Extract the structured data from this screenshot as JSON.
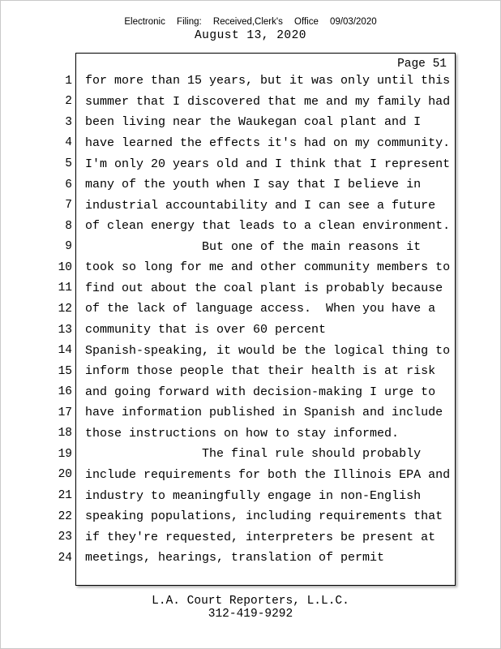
{
  "header": {
    "filing_line": "Electronic Filing: Received,Clerk's Office 09/03/2020",
    "date_line": "August 13, 2020"
  },
  "page_label": "Page 51",
  "transcript": {
    "lines": [
      {
        "num": "1",
        "text": "for more than 15 years, but it was only until this"
      },
      {
        "num": "2",
        "text": "summer that I discovered that me and my family had"
      },
      {
        "num": "3",
        "text": "been living near the Waukegan coal plant and I"
      },
      {
        "num": "4",
        "text": "have learned the effects it's had on my community."
      },
      {
        "num": "5",
        "text": "I'm only 20 years old and I think that I represent"
      },
      {
        "num": "6",
        "text": "many of the youth when I say that I believe in"
      },
      {
        "num": "7",
        "text": "industrial accountability and I can see a future"
      },
      {
        "num": "8",
        "text": "of clean energy that leads to a clean environment."
      },
      {
        "num": "9",
        "text": "                But one of the main reasons it"
      },
      {
        "num": "10",
        "text": "took so long for me and other community members to"
      },
      {
        "num": "11",
        "text": "find out about the coal plant is probably because"
      },
      {
        "num": "12",
        "text": "of the lack of language access.  When you have a"
      },
      {
        "num": "13",
        "text": "community that is over 60 percent"
      },
      {
        "num": "14",
        "text": "Spanish-speaking, it would be the logical thing to"
      },
      {
        "num": "15",
        "text": "inform those people that their health is at risk"
      },
      {
        "num": "16",
        "text": "and going forward with decision-making I urge to"
      },
      {
        "num": "17",
        "text": "have information published in Spanish and include"
      },
      {
        "num": "18",
        "text": "those instructions on how to stay informed."
      },
      {
        "num": "19",
        "text": "                The final rule should probably"
      },
      {
        "num": "20",
        "text": "include requirements for both the Illinois EPA and"
      },
      {
        "num": "21",
        "text": "industry to meaningfully engage in non-English"
      },
      {
        "num": "22",
        "text": "speaking populations, including requirements that"
      },
      {
        "num": "23",
        "text": "if they're requested, interpreters be present at"
      },
      {
        "num": "24",
        "text": "meetings, hearings, translation of permit"
      }
    ]
  },
  "footer": {
    "company": "L.A. Court Reporters, L.L.C.",
    "phone": "312-419-9292"
  }
}
